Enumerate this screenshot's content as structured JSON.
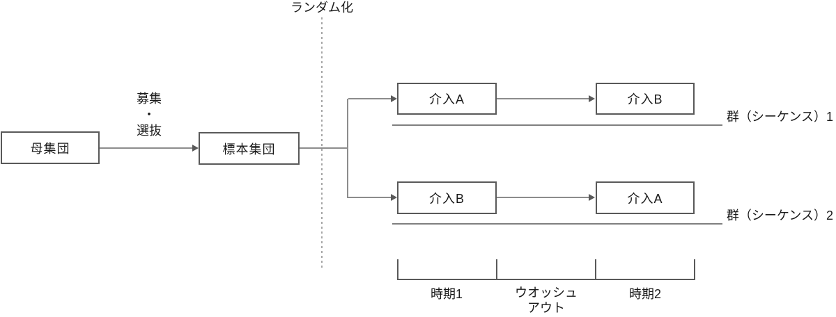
{
  "diagram": {
    "randomization_label": "ランダム化",
    "recruitment": {
      "line1": "募集",
      "line2": "・",
      "line3": "選抜"
    },
    "population_box": "母集団",
    "sample_box": "標本集団",
    "sequence1": {
      "period1_box": "介入A",
      "period2_box": "介入B",
      "label": "群（シーケンス）1"
    },
    "sequence2": {
      "period1_box": "介入B",
      "period2_box": "介入A",
      "label": "群（シーケンス）2"
    },
    "timeline": {
      "period1": "時期1",
      "washout_line1": "ウオッシュ",
      "washout_line2": "アウト",
      "period2": "時期2"
    },
    "colors": {
      "box_border": "#595959",
      "connector_line": "#8c8c8c",
      "sequence_line": "#7f7f7f",
      "bracket_line": "#595959",
      "dashed_divider": "#a6a6a6",
      "text": "#1a1a1a",
      "background": "#ffffff"
    }
  }
}
